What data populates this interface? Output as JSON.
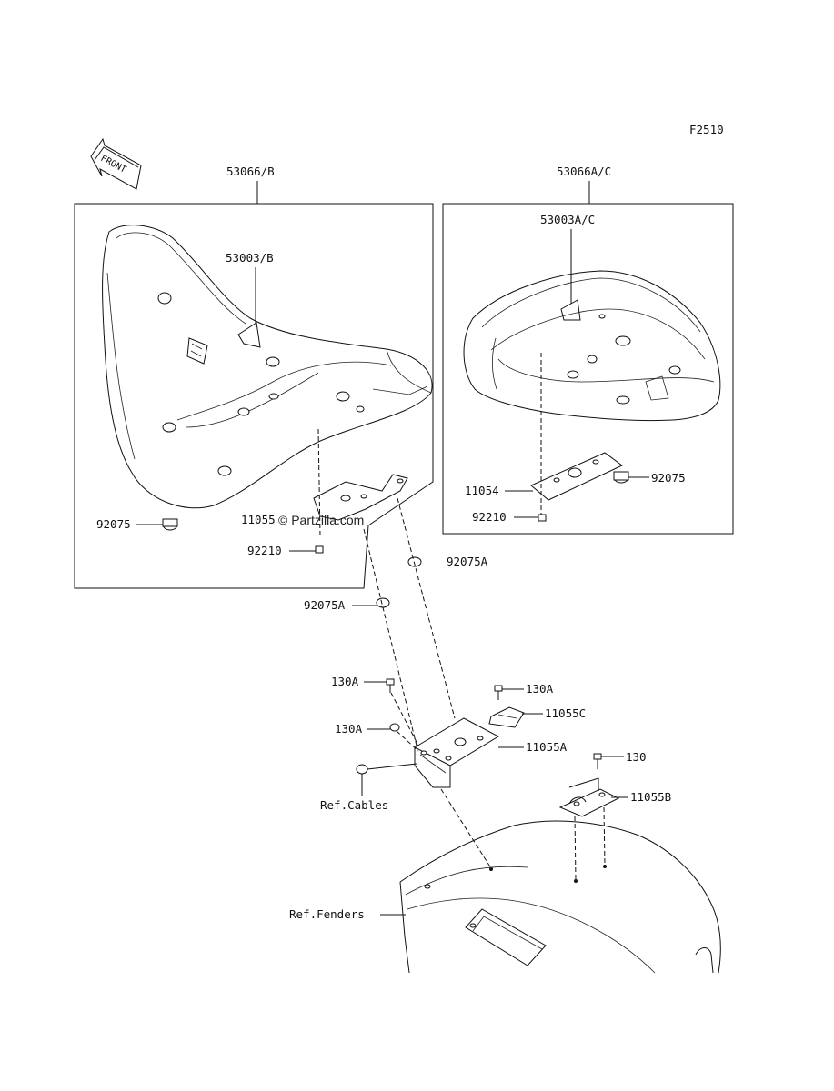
{
  "figure_code": "F2510",
  "front_arrow": {
    "label": "FRONT",
    "icon": "front-arrow-icon"
  },
  "watermark": "© Partzilla.com",
  "footer_text": "",
  "assemblies": {
    "rider_seat": {
      "label": "53066/B",
      "cover_label": "53003/B"
    },
    "passenger_seat": {
      "label": "53066A/C",
      "cover_label": "53003A/C"
    }
  },
  "callouts": {
    "damper_left": "92075",
    "bracket_left": "11055",
    "nut_left": "92210",
    "damper_mid_a": "92075A",
    "damper_mid_b": "92075A",
    "bracket_right": "11054",
    "damper_right": "92075",
    "nut_right": "92210",
    "bolt_130a_1": "130A",
    "bolt_130a_2": "130A",
    "bolt_130a_3": "130A",
    "bracket_11055c": "11055C",
    "bracket_11055a": "11055A",
    "bolt_130": "130",
    "bracket_11055b": "11055B",
    "ref_cables": "Ref.Cables",
    "ref_fenders": "Ref.Fenders"
  }
}
